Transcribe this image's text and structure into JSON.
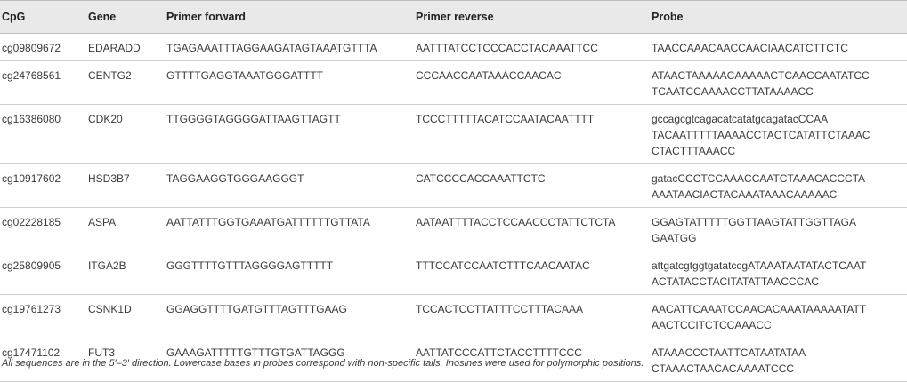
{
  "headers": [
    "CpG",
    "Gene",
    "Primer forward",
    "Primer reverse",
    "Probe"
  ],
  "rows": [
    {
      "cpg": "cg09809672",
      "gene": "EDARADD",
      "fwd": "TGAGAAATTTAGGAAGATAGTAAATGTTTA",
      "rev": "AATTTATCCTCCCACCTACAAATTCC",
      "probe": [
        "TAACCAAACAACCAACIAACATCTTCTC"
      ]
    },
    {
      "cpg": "cg24768561",
      "gene": "CENTG2",
      "fwd": "GTTTTGAGGTAAATGGGATTTT",
      "rev": "CCCAACCAATAAACCAACAC",
      "probe": [
        "ATAACTAAAAACAAAAACTCAACCAATATCC",
        "TCAATCCAAAACCTTATAAAACC"
      ]
    },
    {
      "cpg": "cg16386080",
      "gene": "CDK20",
      "fwd": "TTGGGGTAGGGGATTAAGTTAGTT",
      "rev": "TCCCTTTTTACATCCAATACAATTTT",
      "probe": [
        "gccagcgtcagacatcatatgcagatacCCAA",
        "TACAATTTTTAAAACCTACTCATATTCTAAAC",
        "CTACTTTAAACC"
      ]
    },
    {
      "cpg": "cg10917602",
      "gene": "HSD3B7",
      "fwd": "TAGGAAGGTGGGAAGGGT",
      "rev": "CATCCCCACCAAATTCTC",
      "probe": [
        "gatacCCCTCCAAACCAATCTAAACACCCTA",
        "AAATAACIACTACAAATAAACAAAAAC"
      ]
    },
    {
      "cpg": "cg02228185",
      "gene": "ASPA",
      "fwd": "AATTATTTGGTGAAATGATTTTTTGTTATA",
      "rev": "AATAATTTTACCTCCAACCCTATTCTCTA",
      "probe": [
        "GGAGTATTTTTGGTTAAGTATTGGTTAGA",
        "GAATGG"
      ]
    },
    {
      "cpg": "cg25809905",
      "gene": "ITGA2B",
      "fwd": "GGGTTTTGTTTAGGGGAGTTTTT",
      "rev": "TTTCCATCCAATCTTTCAACAATAC",
      "probe": [
        "attgatcgtggtgatatccgATAAATAATATACTCAAT",
        "ACTATACCTACITATATTAACCCAC"
      ]
    },
    {
      "cpg": "cg19761273",
      "gene": "CSNK1D",
      "fwd": "GGAGGTTTTGATGTTTAGTTTGAAG",
      "rev": "TCCACTCCTTATTTCCTTTACAAA",
      "probe": [
        "AACATTCAAATCCAACACAAATAAAAATATT",
        "AACTCCITCTCCAAACC"
      ]
    },
    {
      "cpg": "cg17471102",
      "gene": "FUT3",
      "fwd": "GAAAGATTTTTGTTTGTGATTAGGG",
      "rev": "AATTATCCCATTCTACCTTTTCCC",
      "probe": [
        "ATAAACCCTAATTCATAATATAA",
        "CTAAACTAACACAAAATCCC"
      ]
    }
  ],
  "footnote": "All sequences are in the 5′–3′ direction. Lowercase bases in probes correspond with non-specific tails. Inosines were used for polymorphic positions."
}
